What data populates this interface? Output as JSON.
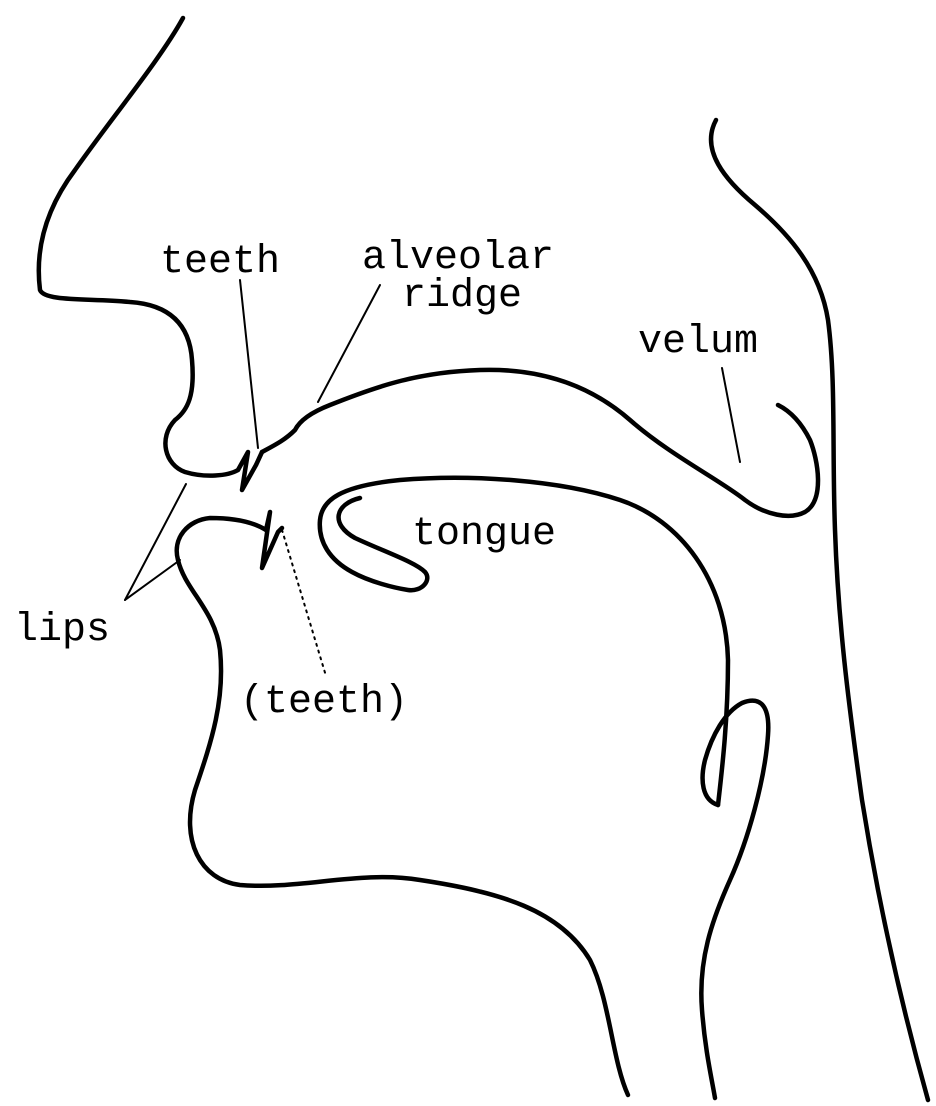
{
  "diagram": {
    "labels": {
      "teeth": "teeth",
      "alveolar_line1": "alveolar",
      "alveolar_line2": "ridge",
      "velum": "velum",
      "tongue": "tongue",
      "lips": "lips",
      "lower_teeth": "(teeth)"
    }
  }
}
